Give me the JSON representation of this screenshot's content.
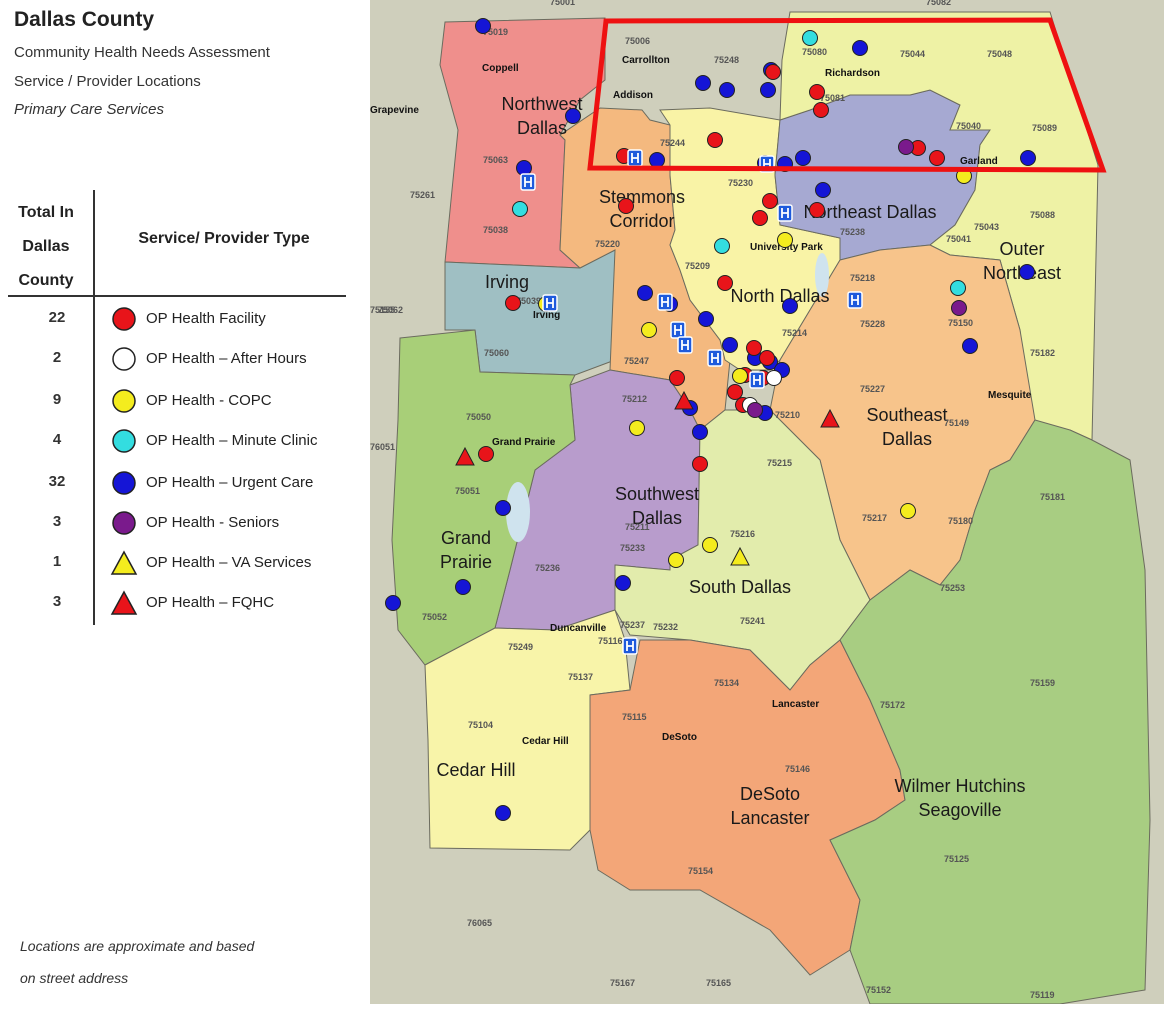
{
  "header": {
    "title": "Dallas County",
    "lines": [
      "Community  Health Needs Assessment",
      "Service / Provider Locations",
      "Primary Care Services"
    ]
  },
  "legend": {
    "count_header": "Total In Dallas County",
    "type_header": "Service/ Provider Type",
    "items": [
      {
        "count": "22",
        "label": "OP Health Facility",
        "shape": "circle",
        "color": "#e8141a"
      },
      {
        "count": "2",
        "label": "OP Health – After Hours",
        "shape": "circle",
        "color": "#ffffff"
      },
      {
        "count": "9",
        "label": "OP Health - COPC",
        "shape": "circle",
        "color": "#f4ec1e"
      },
      {
        "count": "4",
        "label": "OP Health – Minute Clinic",
        "shape": "circle",
        "color": "#33dde0"
      },
      {
        "count": "32",
        "label": "OP Health – Urgent Care",
        "shape": "circle",
        "color": "#1515d6"
      },
      {
        "count": "3",
        "label": "OP Health - Seniors",
        "shape": "circle",
        "color": "#7a1a8c"
      },
      {
        "count": "1",
        "label": "OP Health – VA Services",
        "shape": "triangle",
        "color": "#f4ec1e"
      },
      {
        "count": "3",
        "label": "OP Health – FQHC",
        "shape": "triangle",
        "color": "#e8141a"
      }
    ]
  },
  "note": [
    "Locations are approximate and based",
    "on street address"
  ],
  "map": {
    "region_colors": {
      "northwest": "#ef8f8c",
      "irving": "#9fbfc3",
      "stemmons": "#f4b97f",
      "north_dallas": "#f9f3a6",
      "northeast": "#a6a9d2",
      "outer_ne": "#eef2a5",
      "southeast": "#f7c48b",
      "southwest": "#b89ccc",
      "grand_prairie": "#a8cf78",
      "south_dallas": "#e2ecac",
      "cedar_hill": "#f8f4a9",
      "desoto": "#f3a678",
      "wilmer": "#a8cd82",
      "background": "#cfcfbc",
      "highlight": "#ee1111"
    },
    "regions": [
      {
        "name": "Northwest Dallas",
        "lines": [
          "Northwest",
          "Dallas"
        ]
      },
      {
        "name": "Irving",
        "lines": [
          "Irving"
        ]
      },
      {
        "name": "Stemmons Corridor",
        "lines": [
          "Stemmons",
          "Corridor"
        ]
      },
      {
        "name": "Northeast Dallas",
        "lines": [
          "Northeast Dallas"
        ]
      },
      {
        "name": "North Dallas",
        "lines": [
          "North Dallas"
        ]
      },
      {
        "name": "Outer Northeast",
        "lines": [
          "Outer",
          "Northeast"
        ]
      },
      {
        "name": "Southeast Dallas",
        "lines": [
          "Southeast",
          "Dallas"
        ]
      },
      {
        "name": "Southwest Dallas",
        "lines": [
          "Southwest",
          "Dallas"
        ]
      },
      {
        "name": "Grand Prairie",
        "lines": [
          "Grand",
          "Prairie"
        ]
      },
      {
        "name": "South Dallas",
        "lines": [
          "South Dallas"
        ]
      },
      {
        "name": "Cedar Hill",
        "lines": [
          "Cedar Hill"
        ]
      },
      {
        "name": "DeSoto Lancaster",
        "lines": [
          "DeSoto",
          "Lancaster"
        ]
      },
      {
        "name": "Wilmer Hutchins Seagoville",
        "lines": [
          "Wilmer Hutchins",
          "Seagoville"
        ]
      }
    ],
    "cities": [
      "Carrollton",
      "Coppell",
      "Grapevine",
      "Richardson",
      "Garland",
      "Addison",
      "Irving",
      "Grand Prairie",
      "Duncanville",
      "Cedar Hill",
      "DeSoto",
      "Lancaster",
      "Mesquite",
      "University Park"
    ],
    "zips": [
      "75019",
      "75006",
      "75248",
      "75080",
      "75044",
      "75048",
      "75063",
      "75244",
      "75081",
      "75040",
      "75089",
      "75261",
      "75038",
      "75230",
      "75238",
      "75043",
      "75088",
      "75039",
      "75220",
      "75209",
      "75041",
      "75218",
      "75150",
      "75062",
      "75060",
      "75228",
      "75182",
      "75247",
      "75227",
      "75050",
      "75212",
      "75149",
      "75211",
      "75215",
      "75217",
      "75180",
      "75181",
      "75051",
      "75233",
      "75236",
      "75216",
      "75052",
      "75253",
      "75249",
      "75241",
      "75137",
      "75134",
      "75159",
      "75104",
      "75115",
      "75172",
      "75146",
      "75125",
      "75154",
      "76065",
      "75167",
      "75165",
      "75152",
      "75119",
      "76051",
      "75155",
      "75116",
      "75232",
      "75237",
      "75214",
      "75210",
      "75001",
      "75082"
    ]
  }
}
